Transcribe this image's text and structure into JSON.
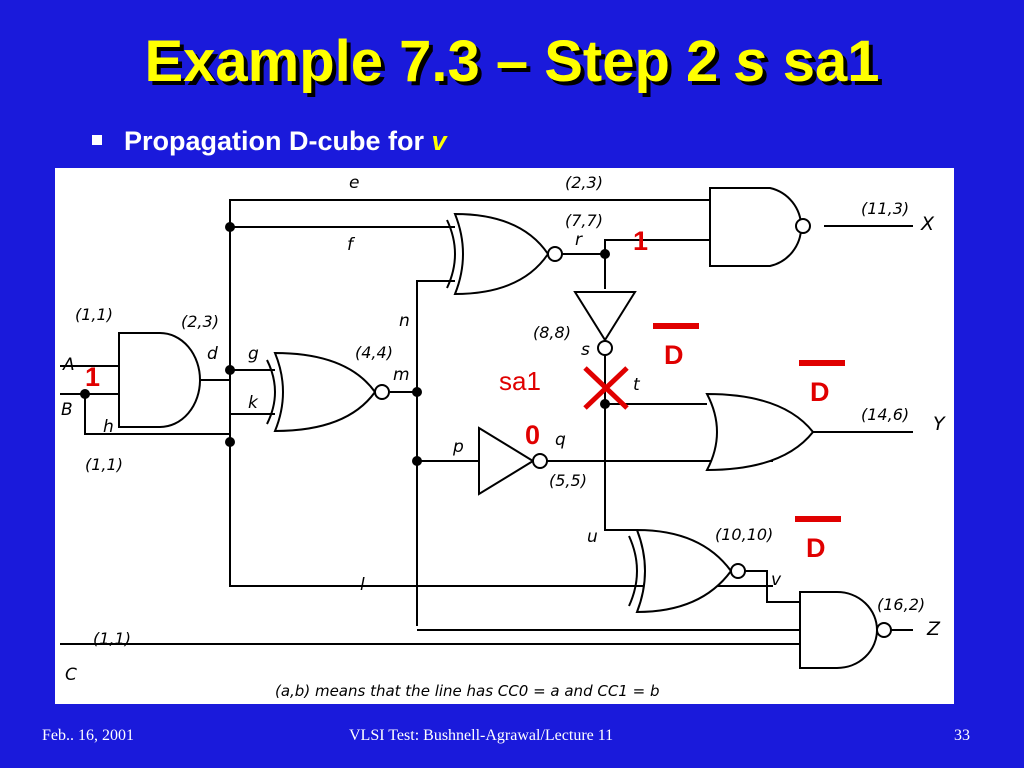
{
  "slide": {
    "title_main": "Example 7.3 – Step 2 ",
    "title_var": "s",
    "title_tail": " sa1",
    "bullet_text": "Propagation D-cube for ",
    "bullet_var": "v",
    "footer_left": "Feb.. 16, 2001",
    "footer_center": "VLSI Test: Bushnell-Agrawal/Lecture 11",
    "footer_right": "33"
  },
  "circuit": {
    "inputs": {
      "A": "A",
      "B": "B",
      "C": "C"
    },
    "outputs": {
      "X": "X",
      "Y": "Y",
      "Z": "Z"
    },
    "signals": {
      "d": "d",
      "e": "e",
      "f": "f",
      "g": "g",
      "h": "h",
      "k": "k",
      "l": "l",
      "m": "m",
      "n": "n",
      "p": "p",
      "q": "q",
      "r": "r",
      "s": "s",
      "t": "t",
      "u": "u",
      "v": "v"
    },
    "cc": {
      "AB_in": "(1,1)",
      "d": "(2,3)",
      "h": "(1,1)",
      "e": "(2,3)",
      "r": "(7,7)",
      "X": "(11,3)",
      "m": "(4,4)",
      "s": "(8,8)",
      "Y": "(14,6)",
      "q": "(5,5)",
      "v": "(10,10)",
      "Z": "(16,2)",
      "C": "(1,1)"
    },
    "caption": "(a,b) means that the line has CC0 = a and CC1 = b"
  },
  "annotations": {
    "B_value": "1",
    "r_value": "1",
    "q_value": "0",
    "fault_label": "sa1",
    "s_dbar": "D",
    "t_dbar": "D",
    "v_dbar": "D",
    "fault_color": "#e00000",
    "title_color": "#ffff00",
    "background_color": "#1a1adb"
  }
}
